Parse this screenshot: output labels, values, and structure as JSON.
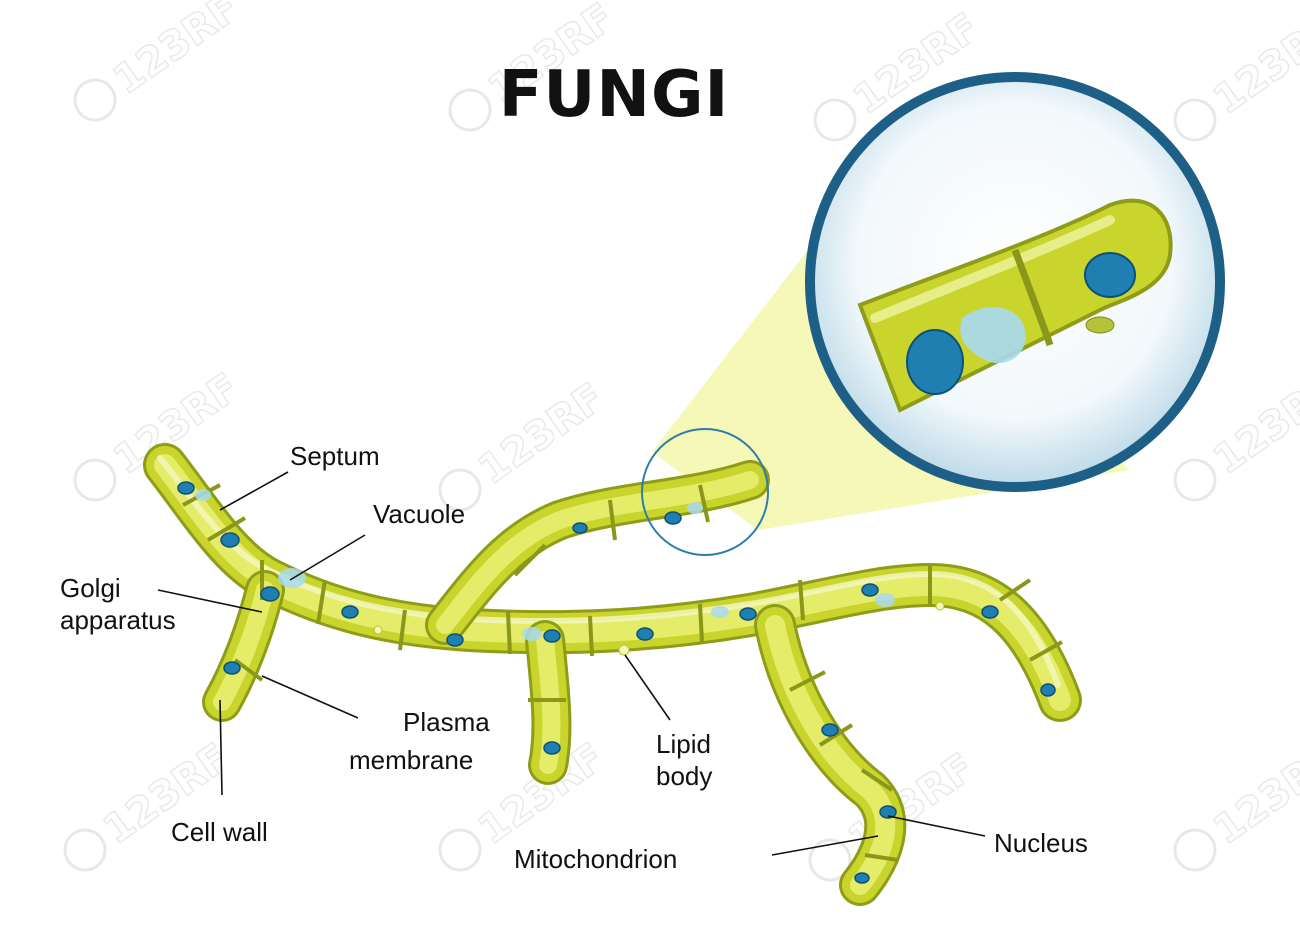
{
  "title": "FUNGI",
  "labels": {
    "septum": "Septum",
    "vacuole": "Vacuole",
    "golgi_line1": "Golgi",
    "golgi_line2": "apparatus",
    "plasma_line1": "Plasma",
    "plasma_line2": "membrane",
    "lipid_line1": "Lipid",
    "lipid_line2": "body",
    "cell_wall": "Cell wall",
    "mitochondrion": "Mitochondrion",
    "nucleus": "Nucleus"
  },
  "watermark": "123RF",
  "colors": {
    "hypha_outline": "#8f9c18",
    "hypha_fill": "#c9d42d",
    "hypha_light": "#e4ec6a",
    "nucleus": "#1f7fb0",
    "vacuole": "#a9d9f1",
    "magnifier_ring": "#1d5f86",
    "zoom_beam": "#f6f8b4"
  }
}
